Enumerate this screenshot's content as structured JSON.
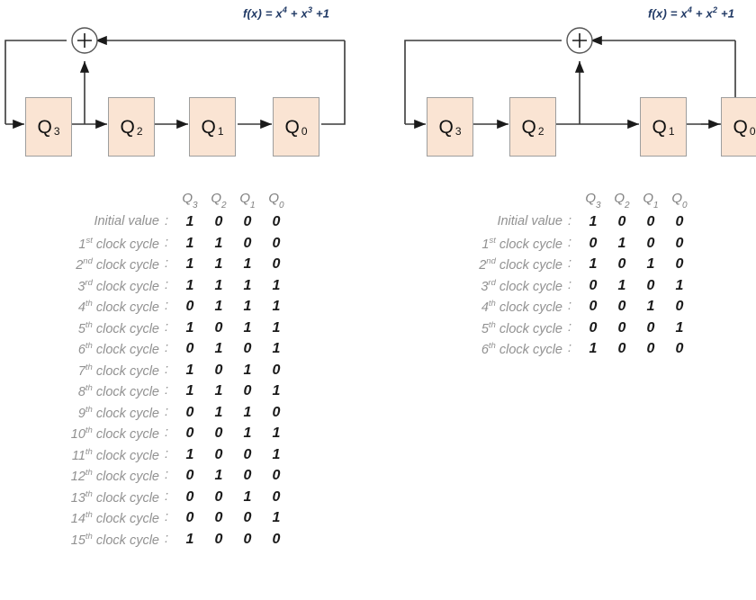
{
  "panels": [
    {
      "id": "lfsr-left",
      "formula": {
        "prefix": "f(x) = x",
        "exp1": "4",
        "mid": " + x",
        "exp2": "3",
        "suffix": " +1",
        "plain": "f(x) = x4 + x3 +1"
      },
      "xor_label": "+",
      "registers": [
        {
          "name": "Q",
          "index": "3"
        },
        {
          "name": "Q",
          "index": "2"
        },
        {
          "name": "Q",
          "index": "1"
        },
        {
          "name": "Q",
          "index": "0"
        }
      ],
      "tap_after_register": "Q3",
      "table": {
        "headers": [
          {
            "name": "Q",
            "index": "3"
          },
          {
            "name": "Q",
            "index": "2"
          },
          {
            "name": "Q",
            "index": "1"
          },
          {
            "name": "Q",
            "index": "0"
          }
        ],
        "colon": ":",
        "rows": [
          {
            "label": "Initial value",
            "ord": "",
            "bits": [
              "1",
              "0",
              "0",
              "0"
            ]
          },
          {
            "label": "1",
            "ord": "st",
            "suffix": " clock cycle",
            "bits": [
              "1",
              "1",
              "0",
              "0"
            ]
          },
          {
            "label": "2",
            "ord": "nd",
            "suffix": " clock cycle",
            "bits": [
              "1",
              "1",
              "1",
              "0"
            ]
          },
          {
            "label": "3",
            "ord": "rd",
            "suffix": " clock cycle",
            "bits": [
              "1",
              "1",
              "1",
              "1"
            ]
          },
          {
            "label": "4",
            "ord": "th",
            "suffix": " clock cycle",
            "bits": [
              "0",
              "1",
              "1",
              "1"
            ]
          },
          {
            "label": "5",
            "ord": "th",
            "suffix": " clock cycle",
            "bits": [
              "1",
              "0",
              "1",
              "1"
            ]
          },
          {
            "label": "6",
            "ord": "th",
            "suffix": " clock cycle",
            "bits": [
              "0",
              "1",
              "0",
              "1"
            ]
          },
          {
            "label": "7",
            "ord": "th",
            "suffix": " clock cycle",
            "bits": [
              "1",
              "0",
              "1",
              "0"
            ]
          },
          {
            "label": "8",
            "ord": "th",
            "suffix": " clock cycle",
            "bits": [
              "1",
              "1",
              "0",
              "1"
            ]
          },
          {
            "label": "9",
            "ord": "th",
            "suffix": " clock cycle",
            "bits": [
              "0",
              "1",
              "1",
              "0"
            ]
          },
          {
            "label": "10",
            "ord": "th",
            "suffix": " clock cycle",
            "bits": [
              "0",
              "0",
              "1",
              "1"
            ]
          },
          {
            "label": "11",
            "ord": "th",
            "suffix": " clock cycle",
            "bits": [
              "1",
              "0",
              "0",
              "1"
            ]
          },
          {
            "label": "12",
            "ord": "th",
            "suffix": " clock cycle",
            "bits": [
              "0",
              "1",
              "0",
              "0"
            ]
          },
          {
            "label": "13",
            "ord": "th",
            "suffix": " clock cycle",
            "bits": [
              "0",
              "0",
              "1",
              "0"
            ]
          },
          {
            "label": "14",
            "ord": "th",
            "suffix": " clock cycle",
            "bits": [
              "0",
              "0",
              "0",
              "1"
            ]
          },
          {
            "label": "15",
            "ord": "th",
            "suffix": " clock cycle",
            "bits": [
              "1",
              "0",
              "0",
              "0"
            ]
          }
        ]
      }
    },
    {
      "id": "lfsr-right",
      "formula": {
        "prefix": "f(x) = x",
        "exp1": "4",
        "mid": " + x",
        "exp2": "2",
        "suffix": " +1",
        "plain": "f(x) = x4 + x2 +1"
      },
      "xor_label": "+",
      "registers": [
        {
          "name": "Q",
          "index": "3"
        },
        {
          "name": "Q",
          "index": "2"
        },
        {
          "name": "Q",
          "index": "1"
        },
        {
          "name": "Q",
          "index": "0"
        }
      ],
      "tap_after_register": "Q2",
      "table": {
        "headers": [
          {
            "name": "Q",
            "index": "3"
          },
          {
            "name": "Q",
            "index": "2"
          },
          {
            "name": "Q",
            "index": "1"
          },
          {
            "name": "Q",
            "index": "0"
          }
        ],
        "colon": ":",
        "rows": [
          {
            "label": "Initial value",
            "ord": "",
            "bits": [
              "1",
              "0",
              "0",
              "0"
            ]
          },
          {
            "label": "1",
            "ord": "st",
            "suffix": " clock cycle",
            "bits": [
              "0",
              "1",
              "0",
              "0"
            ]
          },
          {
            "label": "2",
            "ord": "nd",
            "suffix": " clock cycle",
            "bits": [
              "1",
              "0",
              "1",
              "0"
            ]
          },
          {
            "label": "3",
            "ord": "rd",
            "suffix": " clock cycle",
            "bits": [
              "0",
              "1",
              "0",
              "1"
            ]
          },
          {
            "label": "4",
            "ord": "th",
            "suffix": " clock cycle",
            "bits": [
              "0",
              "0",
              "1",
              "0"
            ]
          },
          {
            "label": "5",
            "ord": "th",
            "suffix": " clock cycle",
            "bits": [
              "0",
              "0",
              "0",
              "1"
            ]
          },
          {
            "label": "6",
            "ord": "th",
            "suffix": " clock cycle",
            "bits": [
              "1",
              "0",
              "0",
              "0"
            ]
          }
        ]
      }
    }
  ],
  "colors": {
    "register_fill": "#FAE4D3",
    "register_border": "#9e9e9e",
    "wire": "#3a3a3a",
    "formula_text": "#1f3864",
    "label_text": "#919191",
    "bit_text": "#1a1a1a"
  }
}
